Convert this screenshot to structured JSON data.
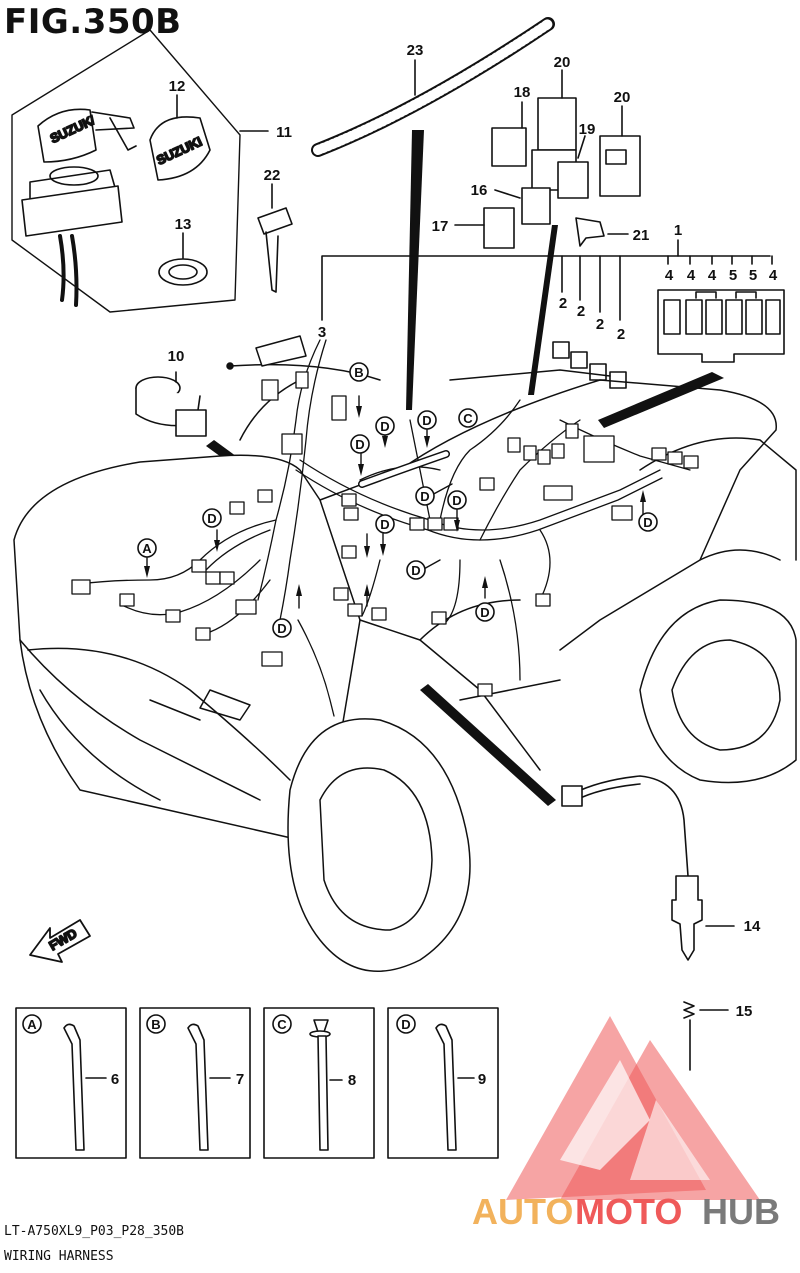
{
  "title": "FIG.350B",
  "code": "LT-A750XL9_P03_P28_350B",
  "caption": "WIRING HARNESS",
  "direction_label": "FWD",
  "brand_mark": "SUZUKI",
  "part_numbers": {
    "p1": "1",
    "p2a": "2",
    "p2b": "2",
    "p2c": "2",
    "p2d": "2",
    "p3": "3",
    "p4a": "4",
    "p4b": "4",
    "p4c": "4",
    "p4d": "4",
    "p5a": "5",
    "p5b": "5",
    "p6": "6",
    "p7": "7",
    "p8": "8",
    "p9": "9",
    "p10": "10",
    "p11": "11",
    "p12": "12",
    "p13": "13",
    "p14": "14",
    "p15": "15",
    "p16": "16",
    "p17": "17",
    "p18": "18",
    "p19": "19",
    "p20a": "20",
    "p20b": "20",
    "p21": "21",
    "p22": "22",
    "p23": "23"
  },
  "clamp_labels": {
    "a": "A",
    "b": "B",
    "c": "C",
    "d": "D"
  },
  "watermark": {
    "part1": "AUTO",
    "part2": "MOTO",
    "part3": "HUB"
  },
  "colors": {
    "watermark_orange": "#f2b25c",
    "watermark_red": "#ef5a5a",
    "watermark_grey": "#7a7a7a"
  }
}
